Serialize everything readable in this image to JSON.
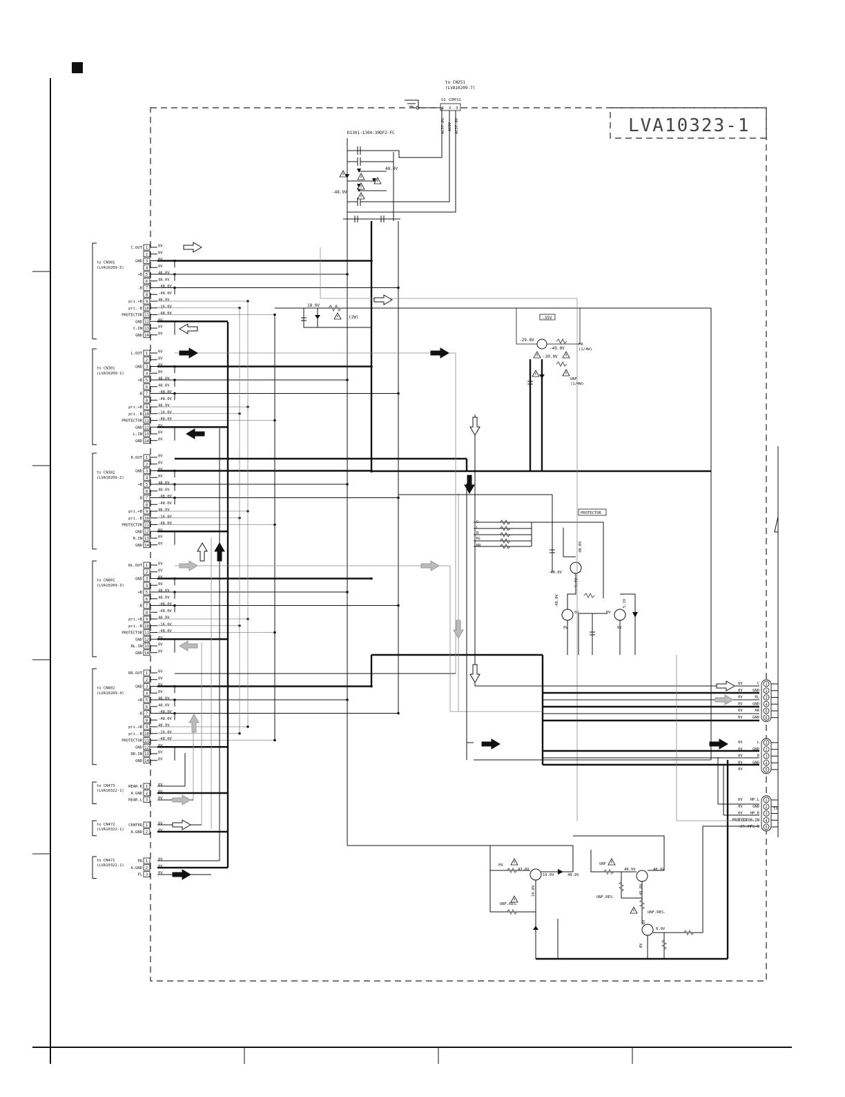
{
  "board_label": "LVA10323-1",
  "top_connector": {
    "target": "to CN251",
    "target_board": "(LVA10209-7)",
    "pin_labels": [
      "S1",
      "COM",
      "S1"
    ],
    "pin_numbers": [
      "1",
      "2",
      "3"
    ],
    "voltage_labels": [
      "AC37.0V",
      "AC0V",
      "AC37.0V"
    ]
  },
  "rectifier_label": "D1301-1304:30DF2-FC",
  "rectifier_voltages": [
    "-48.9V",
    "48.9V"
  ],
  "zener_stage": {
    "voltage": "18.0V",
    "resistor_note": "(2W)"
  },
  "regulator": {
    "box_label": "-35V",
    "voltages": [
      "-29.8V",
      "-49.0V",
      "-30.0V"
    ],
    "parts": [
      "FR",
      "(1/4W)",
      "UNF",
      "(1/4W)"
    ]
  },
  "amp_connectors": [
    {
      "target": "to CN901",
      "board": "(LVA10209-5)",
      "pins": [
        {
          "n": "1",
          "name": "C.OUT",
          "v": "0V"
        },
        {
          "n": "2",
          "name": "",
          "v": "0V"
        },
        {
          "n": "3",
          "name": "GND",
          "v": "0V"
        },
        {
          "n": "4",
          "name": "",
          "v": "0V"
        },
        {
          "n": "5",
          "name": "+B",
          "v": "48.0V"
        },
        {
          "n": "6",
          "name": "",
          "v": "48.0V"
        },
        {
          "n": "7",
          "name": "-B",
          "v": "-48.0V"
        },
        {
          "n": "8",
          "name": "",
          "v": "-48.0V"
        },
        {
          "n": "9",
          "name": "pri.+B",
          "v": "48.9V"
        },
        {
          "n": "10",
          "name": "pri.-B",
          "v": "-16.0V"
        },
        {
          "n": "11",
          "name": "PROTECTOR",
          "v": "-48.0V"
        },
        {
          "n": "12",
          "name": "GND",
          "v": "0V"
        },
        {
          "n": "13",
          "name": "C.IN",
          "v": "0V"
        },
        {
          "n": "14",
          "name": "GND",
          "v": "0V"
        }
      ]
    },
    {
      "target": "to CN301",
      "board": "(LVA10209-1)",
      "pins": [
        {
          "n": "1",
          "name": "L.OUT",
          "v": "0V"
        },
        {
          "n": "2",
          "name": "",
          "v": "0V"
        },
        {
          "n": "3",
          "name": "GND",
          "v": "0V"
        },
        {
          "n": "4",
          "name": "",
          "v": "0V"
        },
        {
          "n": "5",
          "name": "+B",
          "v": "48.0V"
        },
        {
          "n": "6",
          "name": "",
          "v": "48.0V"
        },
        {
          "n": "7",
          "name": "-B",
          "v": "-48.0V"
        },
        {
          "n": "8",
          "name": "",
          "v": "-48.0V"
        },
        {
          "n": "9",
          "name": "pri.+B",
          "v": "48.9V"
        },
        {
          "n": "10",
          "name": "pri.-B",
          "v": "-16.0V"
        },
        {
          "n": "11",
          "name": "PROTECTOR",
          "v": "-48.0V"
        },
        {
          "n": "12",
          "name": "GND",
          "v": "0V"
        },
        {
          "n": "13",
          "name": "L.IN",
          "v": "0V"
        },
        {
          "n": "14",
          "name": "GND",
          "v": "0V"
        }
      ]
    },
    {
      "target": "to CN302",
      "board": "(LVA10209-2)",
      "pins": [
        {
          "n": "1",
          "name": "R.OUT",
          "v": "0V"
        },
        {
          "n": "2",
          "name": "",
          "v": "0V"
        },
        {
          "n": "3",
          "name": "GND",
          "v": "0V"
        },
        {
          "n": "4",
          "name": "",
          "v": "0V"
        },
        {
          "n": "5",
          "name": "+B",
          "v": "48.0V"
        },
        {
          "n": "6",
          "name": "",
          "v": "48.0V"
        },
        {
          "n": "7",
          "name": "-B",
          "v": "-48.0V"
        },
        {
          "n": "8",
          "name": "",
          "v": "-48.0V"
        },
        {
          "n": "9",
          "name": "pri.+B",
          "v": "48.9V"
        },
        {
          "n": "10",
          "name": "pri.-B",
          "v": "-16.0V"
        },
        {
          "n": "11",
          "name": "PROTECTOR",
          "v": "-48.0V"
        },
        {
          "n": "12",
          "name": "GND",
          "v": "0V"
        },
        {
          "n": "13",
          "name": "R.IN",
          "v": "0V"
        },
        {
          "n": "14",
          "name": "GND",
          "v": "0V"
        }
      ]
    },
    {
      "target": "to CN801",
      "board": "(LVA10209-3)",
      "pins": [
        {
          "n": "1",
          "name": "RL.OUT",
          "v": "0V"
        },
        {
          "n": "2",
          "name": "",
          "v": "0V"
        },
        {
          "n": "3",
          "name": "GND",
          "v": "0V"
        },
        {
          "n": "4",
          "name": "",
          "v": "0V"
        },
        {
          "n": "5",
          "name": "+B",
          "v": "48.0V"
        },
        {
          "n": "6",
          "name": "",
          "v": "48.0V"
        },
        {
          "n": "7",
          "name": "-B",
          "v": "-48.0V"
        },
        {
          "n": "8",
          "name": "",
          "v": "-48.0V"
        },
        {
          "n": "9",
          "name": "pri.+B",
          "v": "48.9V"
        },
        {
          "n": "10",
          "name": "pri.-B",
          "v": "-16.0V"
        },
        {
          "n": "11",
          "name": "PROTECTOR",
          "v": "-48.0V"
        },
        {
          "n": "12",
          "name": "GND",
          "v": "0V"
        },
        {
          "n": "13",
          "name": "RL.IN",
          "v": "0V"
        },
        {
          "n": "14",
          "name": "GND",
          "v": "0V"
        }
      ]
    },
    {
      "target": "to CN802",
      "board": "(LVA10209-4)",
      "pins": [
        {
          "n": "1",
          "name": "RR.OUT",
          "v": "0V"
        },
        {
          "n": "2",
          "name": "",
          "v": "0V"
        },
        {
          "n": "3",
          "name": "GND",
          "v": "0V"
        },
        {
          "n": "4",
          "name": "",
          "v": "0V"
        },
        {
          "n": "5",
          "name": "+B",
          "v": "48.0V"
        },
        {
          "n": "6",
          "name": "",
          "v": "48.0V"
        },
        {
          "n": "7",
          "name": "-B",
          "v": "-48.0V"
        },
        {
          "n": "8",
          "name": "",
          "v": "-48.0V"
        },
        {
          "n": "9",
          "name": "pri.+B",
          "v": "48.9V"
        },
        {
          "n": "10",
          "name": "pri.-B",
          "v": "-16.0V"
        },
        {
          "n": "11",
          "name": "PROTECTOR",
          "v": "-48.0V"
        },
        {
          "n": "12",
          "name": "GND",
          "v": "0V"
        },
        {
          "n": "13",
          "name": "RR.IN",
          "v": "0V"
        },
        {
          "n": "14",
          "name": "GND",
          "v": "0V"
        }
      ]
    }
  ],
  "small_connectors": [
    {
      "target": "to CN473",
      "board": "(LVA10322-1)",
      "pins": [
        {
          "n": "1",
          "name": "REAR.R",
          "v": "0V"
        },
        {
          "n": "2",
          "name": "A.GND",
          "v": "0V"
        },
        {
          "n": "3",
          "name": "REAR.L",
          "v": "0V"
        }
      ]
    },
    {
      "target": "to CN472",
      "board": "(LVA10322-1)",
      "pins": [
        {
          "n": "1",
          "name": "CENTER",
          "v": "0V"
        },
        {
          "n": "2",
          "name": "A.GND",
          "v": "0V"
        }
      ]
    },
    {
      "target": "to CN471",
      "board": "(LVA10322-1)",
      "pins": [
        {
          "n": "1",
          "name": "FR",
          "v": "0V"
        },
        {
          "n": "2",
          "name": "A.GND",
          "v": "0V"
        },
        {
          "n": "3",
          "name": "FL",
          "v": "0V"
        }
      ]
    }
  ],
  "protector": {
    "box_label": "PROTECTOR",
    "inputs": [
      "C",
      "L",
      "R",
      "RL",
      "RR"
    ],
    "voltages": [
      "48.0V",
      "-48.0V",
      "5.1V",
      "-48.0V",
      "0V",
      "0V",
      "5.1V",
      "0V",
      "0V"
    ]
  },
  "output_connectors": [
    {
      "pins": [
        {
          "n": "1",
          "v": "0V",
          "name": "C"
        },
        {
          "n": "2",
          "v": "0V",
          "name": "GND"
        },
        {
          "n": "3",
          "v": "0V",
          "name": "RL"
        },
        {
          "n": "4",
          "v": "0V",
          "name": "GND"
        },
        {
          "n": "5",
          "v": "0V",
          "name": "RR"
        },
        {
          "n": "6",
          "v": "0V",
          "name": "GND"
        }
      ]
    },
    {
      "pins": [
        {
          "n": "1",
          "v": "0V",
          "name": "L"
        },
        {
          "n": "2",
          "v": "0V",
          "name": "GND"
        },
        {
          "n": "3",
          "v": "0V",
          "name": "R"
        },
        {
          "n": "4",
          "v": "0V",
          "name": "GND"
        },
        {
          "n": "5",
          "v": "0V",
          "name": ""
        }
      ]
    },
    {
      "pins": [
        {
          "n": "1",
          "v": "0V",
          "name": "HP.L"
        },
        {
          "n": "2",
          "v": "0V",
          "name": "GND"
        },
        {
          "n": "3",
          "v": "0V",
          "name": "HP.R"
        },
        {
          "n": "4",
          "v": "5.1V",
          "name": "PROTECTOR.IN"
        },
        {
          "n": "5",
          "v": "-29.0V",
          "name": "FL-B"
        }
      ]
    }
  ],
  "bottom_left_stage": {
    "labels": [
      "FR",
      "UNF.RES."
    ],
    "voltages": [
      "47.0V",
      "19.0V",
      "48.9V",
      "19.0V"
    ]
  },
  "bottom_right_stage": {
    "labels": [
      "UNF",
      "UNF.RES.",
      "UNF.RES."
    ],
    "voltages": [
      "48.9V",
      "48.9V",
      "48.0V",
      "0V",
      "8.9V",
      "0V"
    ]
  },
  "side_fragment": "to"
}
